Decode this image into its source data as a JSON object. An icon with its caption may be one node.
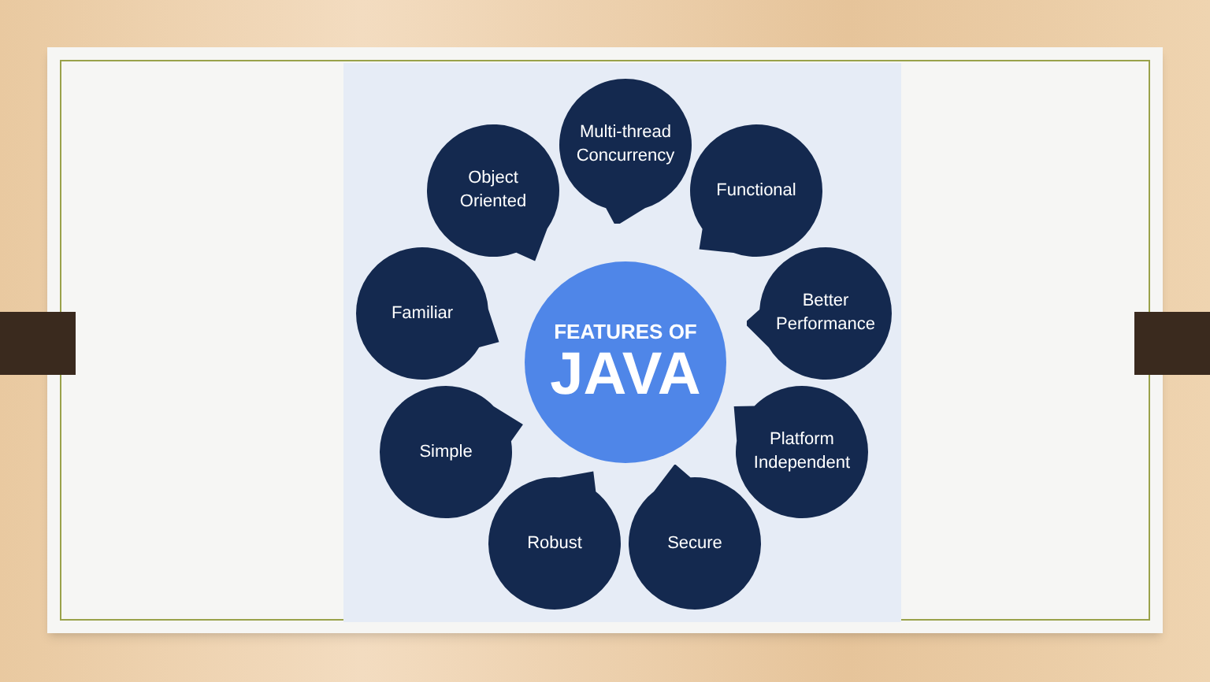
{
  "diagram": {
    "nodes": [
      {
        "text": [
          "FEATURES OF",
          "JAVA"
        ]
      },
      {
        "text": [
          "Multi-thread Concurrency"
        ]
      },
      {
        "text": [
          "Functional"
        ]
      },
      {
        "text": [
          "Better Performance"
        ]
      },
      {
        "text": [
          "Platform Independent"
        ]
      },
      {
        "text": [
          "Secure"
        ]
      },
      {
        "text": [
          "Robust"
        ]
      },
      {
        "text": [
          "Simple"
        ]
      },
      {
        "text": [
          "Familiar"
        ]
      },
      {
        "text": [
          "Object Oriented"
        ]
      }
    ]
  }
}
